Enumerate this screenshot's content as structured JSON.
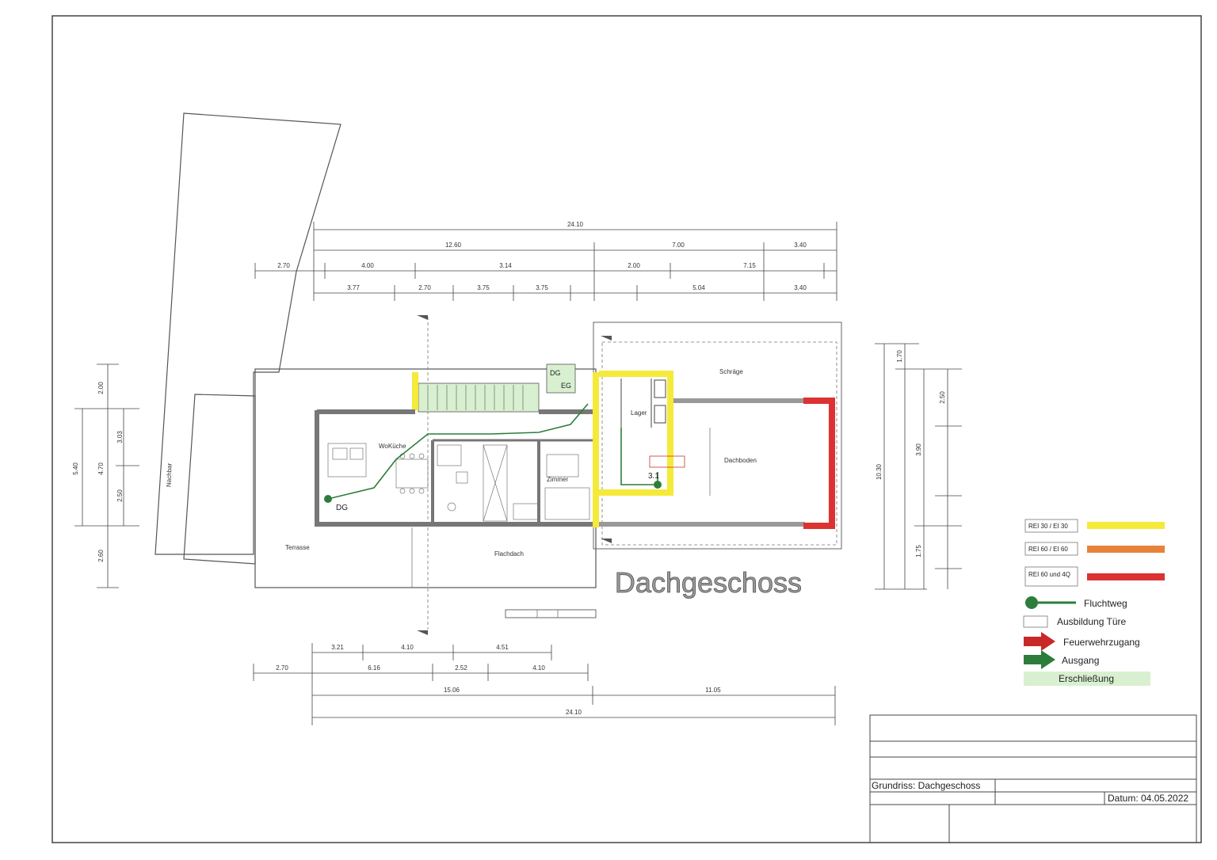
{
  "title": {
    "floor": "Dachgeschoss",
    "plan_label": "Grundriss: Dachgeschoss",
    "date_label": "Datum: 04.05.2022"
  },
  "legend": [
    {
      "text": "REI 30 / EI 30",
      "kind": "fire-rating",
      "color": "#f5ea3a"
    },
    {
      "text": "REI 60 / EI 60",
      "kind": "fire-rating",
      "color": "#e8823a"
    },
    {
      "text": "REI 60 und 4Q",
      "kind": "fire-rating",
      "color": "#dc3232"
    },
    {
      "text": "Fluchtweg",
      "kind": "escape-route",
      "color": "#2d7d3a"
    },
    {
      "text": "Ausbildung Türe",
      "kind": "door",
      "color": "#ffffff"
    },
    {
      "text": "Feuerwehrzugang",
      "kind": "firefighter-access",
      "color": "#c82828"
    },
    {
      "text": "Ausgang",
      "kind": "exit",
      "color": "#2d7d3a"
    },
    {
      "text": "Erschließung",
      "kind": "circulation",
      "color": "#d8f0d0"
    }
  ],
  "rooms": [
    {
      "id": "wohnkueche",
      "label": "WoKüche"
    },
    {
      "id": "zimmer",
      "label": "Zimmer"
    },
    {
      "id": "lager",
      "label": "Lager"
    },
    {
      "id": "dachboden",
      "label": "Dachboden"
    },
    {
      "id": "terrasse",
      "label": "Terrasse"
    },
    {
      "id": "flachdach",
      "label": "Flachdach"
    },
    {
      "id": "nachbar",
      "label": "Nachbar"
    },
    {
      "id": "schraege",
      "label": "Schräge"
    }
  ],
  "annotations": {
    "escape_marker_1": "DG",
    "escape_marker_2": "3.1",
    "stair_label_top": "DG",
    "stair_label_bottom": "EG"
  },
  "dimensions": {
    "top_total": "24.10",
    "top_row2": [
      "12.60",
      "7.00",
      "3.40"
    ],
    "top_row3": [
      "2.70",
      "4.00",
      "3.14",
      "2.00",
      "7.15"
    ],
    "top_row4": [
      "3.77",
      "2.70",
      "3.75",
      "3.75",
      "5.04",
      "3.40"
    ],
    "bottom_row1": [
      "3.21",
      "4.10",
      "4.51"
    ],
    "bottom_row2": [
      "2.70",
      "6.16",
      "2.52",
      "4.10"
    ],
    "bottom_row3": [
      "15.06",
      "11.05"
    ],
    "bottom_total": "24.10",
    "left_outer": [
      "2.00",
      "5.40",
      "2.60"
    ],
    "left_inner": [
      "3.03",
      "4.70",
      "2.50"
    ],
    "right_outer": [
      "1.70",
      "10.30"
    ],
    "right_inner": [
      "2.50",
      "3.90",
      "1.75"
    ]
  }
}
